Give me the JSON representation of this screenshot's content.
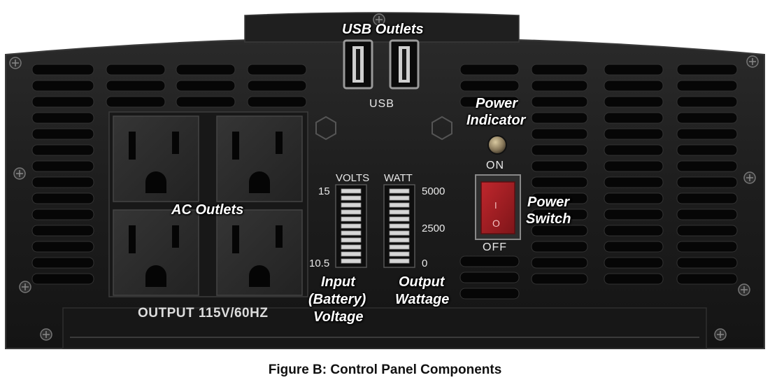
{
  "figure": {
    "caption": "Figure B:  Control Panel Components"
  },
  "callouts": {
    "usb_outlets": "USB Outlets",
    "power_indicator_line1": "Power",
    "power_indicator_line2": "Indicator",
    "ac_outlets": "AC Outlets",
    "power_switch_line1": "Power",
    "power_switch_line2": "Switch",
    "input_line1": "Input",
    "input_line2": "(Battery)",
    "input_line3": "Voltage",
    "output_line1": "Output",
    "output_line2": "Wattage"
  },
  "panel": {
    "usb_label": "USB",
    "on_label": "ON",
    "off_label": "OFF",
    "output_rating": "OUTPUT 115V/60HZ",
    "volts_header": "VOLTS",
    "watt_header": "WATT",
    "volts_max": "15",
    "volts_min": "10.5",
    "watt_max": "5000",
    "watt_mid": "2500",
    "watt_min": "0",
    "switch_on_mark": "I",
    "switch_off_mark": "O"
  },
  "colors": {
    "panel": "#1e1e1e",
    "panel_edge": "#2e2e2e",
    "vent": "#050505",
    "outlet_face": "#2b2b2b",
    "switch_red": "#a51f24",
    "led": "#8a7a5c"
  }
}
